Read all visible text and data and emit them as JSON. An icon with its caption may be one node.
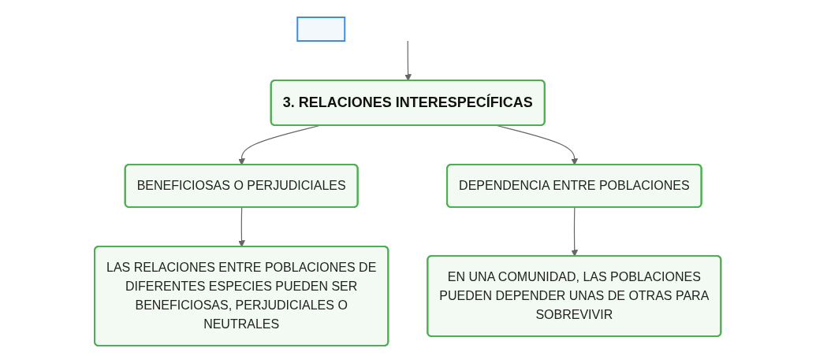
{
  "diagram": {
    "nodes": [
      {
        "text": [
          "3. RELACIONES INTERESPECÍFICAS"
        ]
      },
      {
        "text": [
          "BENEFICIOSAS O PERJUDICIALES"
        ]
      },
      {
        "text": [
          "DEPENDENCIA ENTRE POBLACIONES"
        ]
      },
      {
        "text": [
          "LAS RELACIONES ENTRE POBLACIONES DE DIFERENTES ESPECIES PUEDEN SER BENEFICIOSAS, PERJUDICIALES O NEUTRALES"
        ]
      },
      {
        "text": [
          "EN UNA COMUNIDAD, LAS POBLACIONES PUEDEN DEPENDER UNAS DE OTRAS PARA SOBREVIVIR"
        ]
      },
      {
        "text": [],
        "shape": "box"
      }
    ],
    "edges": [
      {
        "from": null,
        "to": 0,
        "arrow": "to"
      },
      {
        "from": 0,
        "to": 1,
        "arrow": "to"
      },
      {
        "from": 0,
        "to": 2,
        "arrow": "to"
      },
      {
        "from": 1,
        "to": 3,
        "arrow": "to"
      },
      {
        "from": 2,
        "to": 4,
        "arrow": "to"
      }
    ]
  }
}
